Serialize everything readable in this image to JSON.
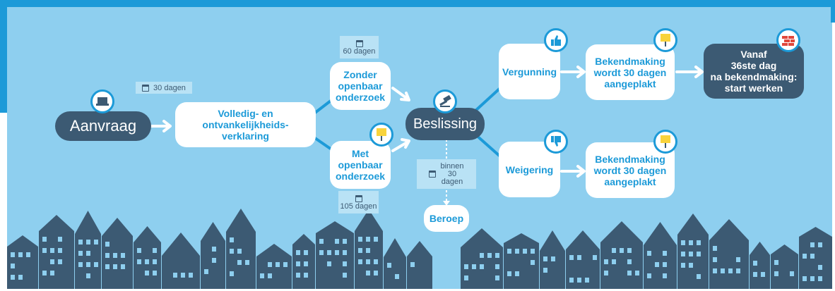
{
  "colors": {
    "background": "#8ecfef",
    "frame": "#1c9ad8",
    "node_text": "#1c9ad8",
    "dark_node": "#3c5a73",
    "connector": "#1c9ad8",
    "label_box": "#b9e2f5",
    "city": "#3c5a73",
    "sign": "#f8d33c"
  },
  "nodes": {
    "aanvraag": "Aanvraag",
    "volledig": "Volledig- en\nontvankelijkheids-\nverklaring",
    "zonder": "Zonder\nopenbaar\nonderzoek",
    "met": "Met\nopenbaar\nonderzoek",
    "beslissing": "Beslissing",
    "beroep": "Beroep",
    "vergunning": "Vergunning",
    "weigering": "Weigering",
    "bekendmaking_1": "Bekendmaking\nwordt 30 dagen\naangeplakt",
    "bekendmaking_2": "Bekendmaking\nwordt 30 dagen\naangeplakt",
    "start": "Vanaf\n36ste dag\nna bekendmaking:\nstart werken"
  },
  "durations": {
    "d30": "30 dagen",
    "d60": "60 dagen",
    "d105": "105 dagen",
    "binnen": "binnen\n30\ndagen"
  },
  "icons": {
    "aanvraag": "laptop-icon",
    "met": "sign-icon",
    "beslissing": "gavel-icon",
    "vergunning": "thumbs-up-icon",
    "weigering": "thumbs-down-icon",
    "bekendmaking_1": "sign-icon",
    "bekendmaking_2": "sign-icon",
    "start": "brick-wall-icon",
    "duration": "calendar-icon"
  }
}
